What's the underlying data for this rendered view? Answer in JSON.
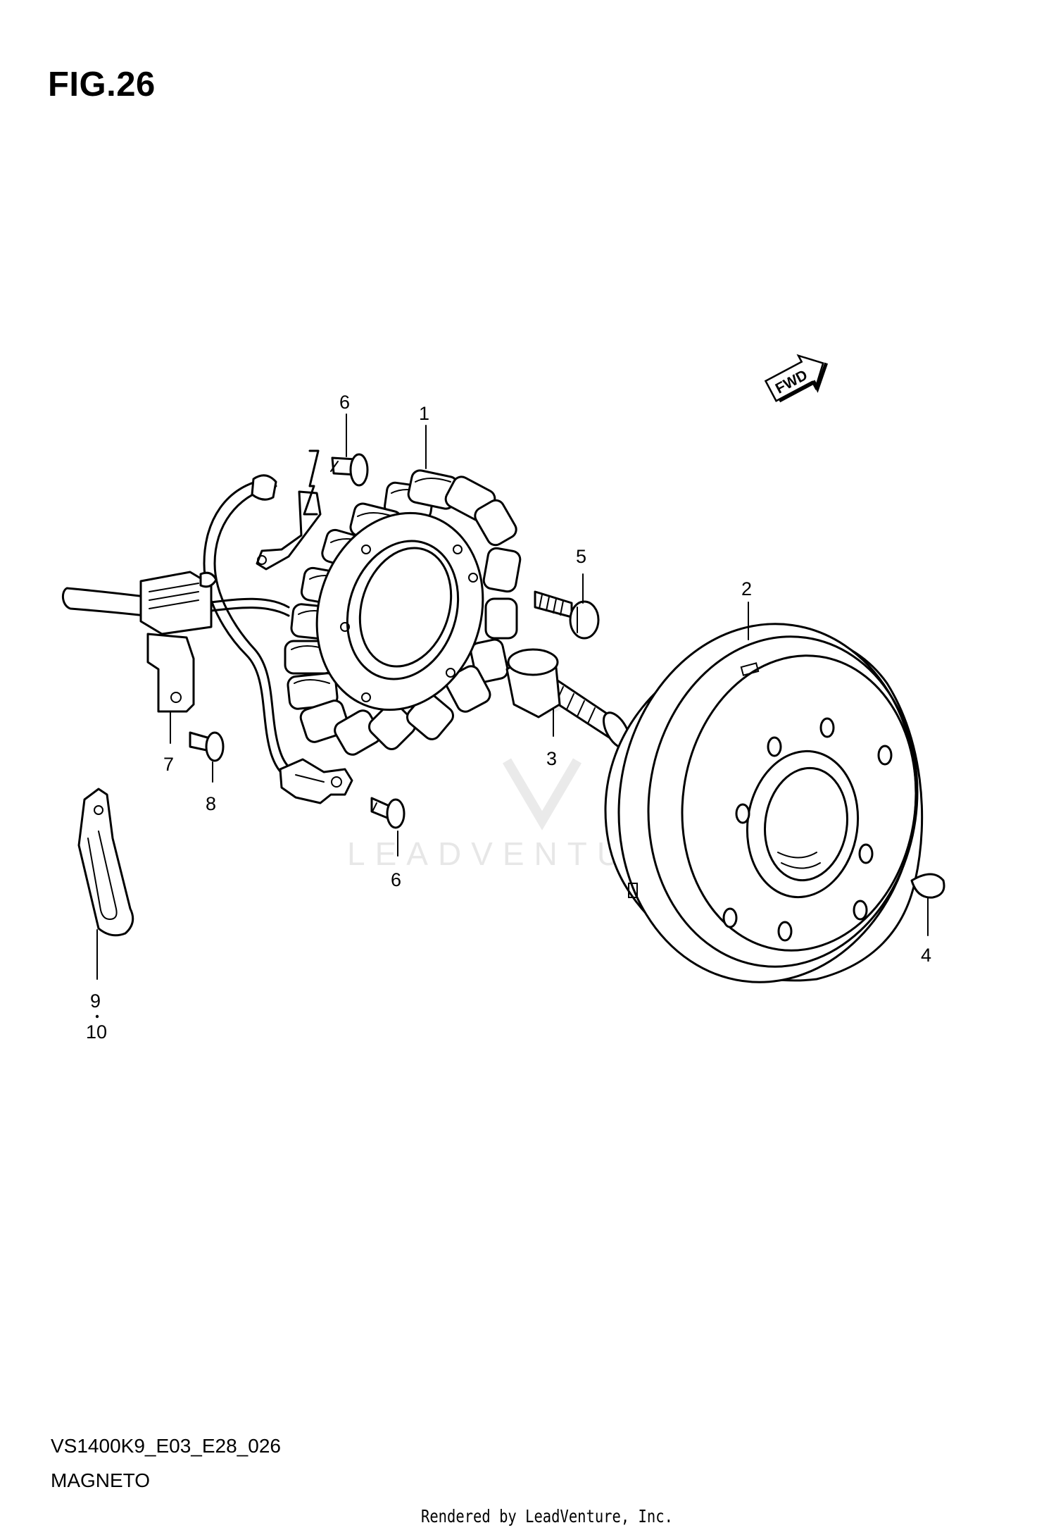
{
  "figure": {
    "title": "FIG.26",
    "model_code": "VS1400K9_E03_E28_026",
    "section_name": "MAGNETO",
    "footer": "Rendered by LeadVenture, Inc."
  },
  "watermark": {
    "text": "LEADVENTURE"
  },
  "fwd_arrow": {
    "text": "FWD"
  },
  "callouts": [
    {
      "id": "callout-1",
      "label": "1"
    },
    {
      "id": "callout-2",
      "label": "2"
    },
    {
      "id": "callout-3",
      "label": "3"
    },
    {
      "id": "callout-4",
      "label": "4"
    },
    {
      "id": "callout-5",
      "label": "5"
    },
    {
      "id": "callout-6a",
      "label": "6"
    },
    {
      "id": "callout-6b",
      "label": "6"
    },
    {
      "id": "callout-7",
      "label": "7"
    },
    {
      "id": "callout-8",
      "label": "8"
    },
    {
      "id": "callout-9",
      "label": "9"
    },
    {
      "id": "callout-10",
      "label": "10"
    }
  ]
}
